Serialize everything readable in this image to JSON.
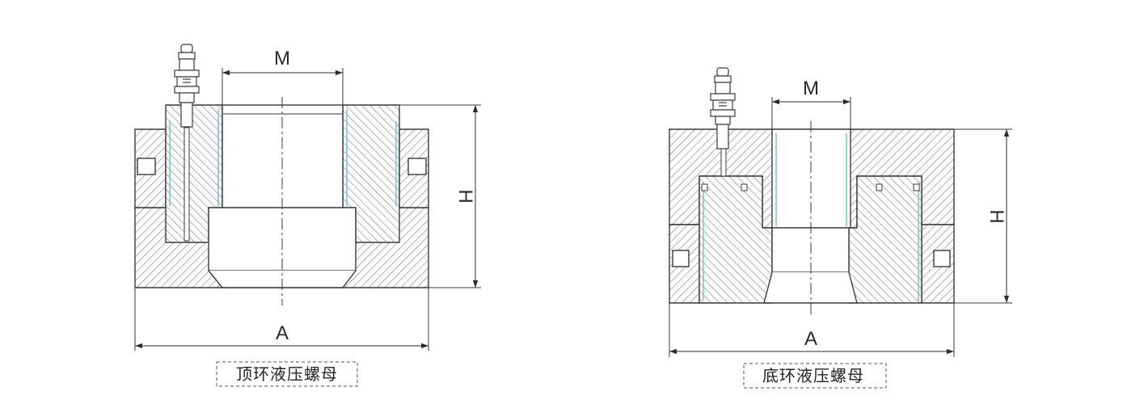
{
  "drawings": [
    {
      "id": "top-ring",
      "caption": "顶环液压螺母",
      "dimensions": {
        "thread": "M",
        "height": "H",
        "width": "A"
      }
    },
    {
      "id": "bottom-ring",
      "caption": "底环液压螺母",
      "dimensions": {
        "thread": "M",
        "height": "H",
        "width": "A"
      }
    }
  ],
  "colors": {
    "outline": "#3a3a3a",
    "hatch": "#6a6a6a",
    "seal_line": "#7fc4dc",
    "background": "#ffffff"
  },
  "icons": [
    "grease-nipple-icon",
    "centerline",
    "section-hatch"
  ]
}
